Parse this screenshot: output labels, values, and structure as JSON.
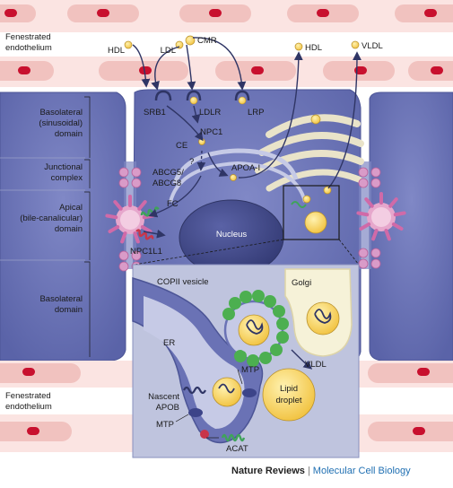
{
  "labels": {
    "fenestrated_top": [
      "Fenestrated",
      "endothelium"
    ],
    "fenestrated_bottom": [
      "Fenestrated",
      "endothelium"
    ],
    "hdl_in": "HDL",
    "ldl_in": "LDL",
    "cmr": "CMR",
    "hdl_out": "HDL",
    "vldl_out": "VLDL",
    "basolateral_sinusoidal": [
      "Basolateral",
      "(sinusoidal)",
      "domain"
    ],
    "junctional_complex": [
      "Junctional",
      "complex"
    ],
    "apical_domain": [
      "Apical",
      "(bile-canalicular)",
      "domain"
    ],
    "basolateral_domain": [
      "Basolateral",
      "domain"
    ],
    "srb1": "SRB1",
    "ldlr": "LDLR",
    "lrp": "LRP",
    "npc1": "NPC1",
    "ce": "CE",
    "question": "?",
    "apoa1": "APOA-I",
    "abcg": [
      "ABCG5/",
      "ABCG8"
    ],
    "fc": "FC",
    "npc1l1": "NPC1L1",
    "nucleus": "Nucleus"
  },
  "inset": {
    "copii_vesicle": "COPII vesicle",
    "golgi": "Golgi",
    "er": "ER",
    "vldl": "VLDL",
    "mtp_top": "MTP",
    "lipid_droplet": [
      "Lipid",
      "droplet"
    ],
    "nascent_apob": [
      "Nascent",
      "APOB"
    ],
    "mtp_bottom": "MTP",
    "acat": "ACAT"
  },
  "footer": {
    "publisher": "Nature Reviews",
    "separator": "|",
    "journal": "Molecular Cell Biology"
  },
  "colors": {
    "cell": "#6b74b8",
    "cell_dark": "#4c5596",
    "nucleus": "#3f4684",
    "rbc": "#c8102e",
    "endothelium": "#f2c7c4",
    "lipoprotein": "#f7d36a",
    "inset_bg": "#bfc4de",
    "copii": "#4caf50",
    "canaliculus": "#c8539a"
  }
}
